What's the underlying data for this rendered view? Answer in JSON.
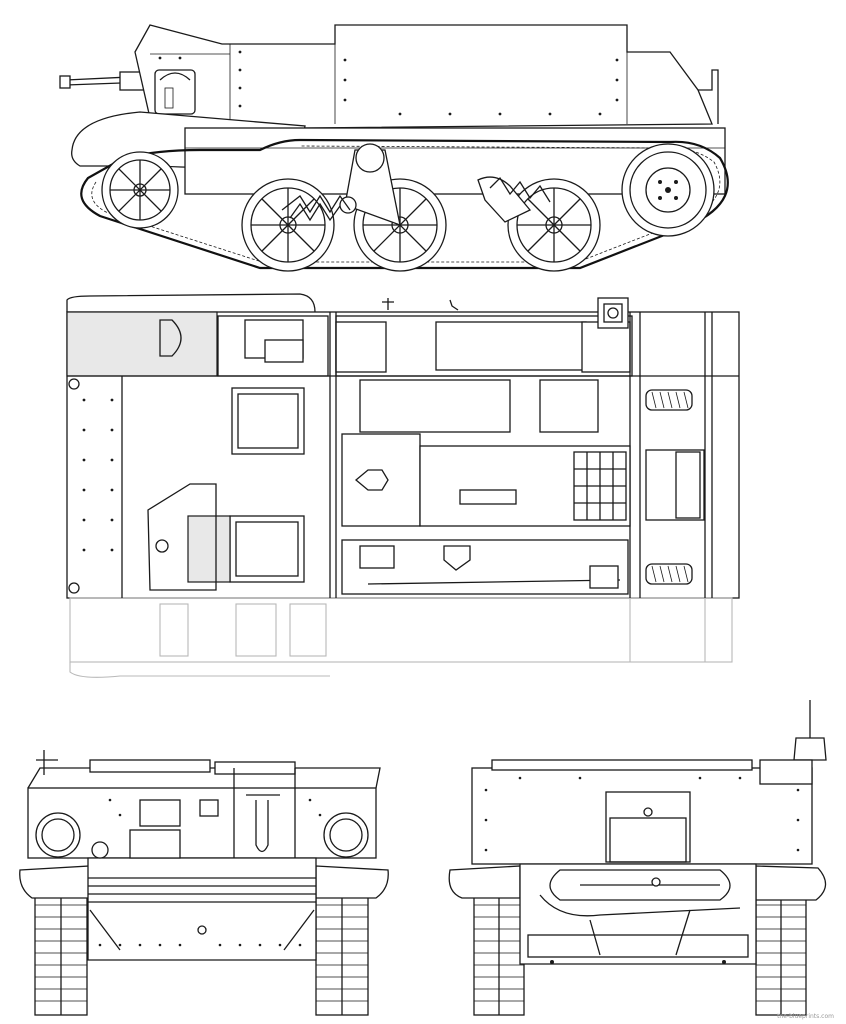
{
  "drawing": {
    "views": [
      {
        "id": "side"
      },
      {
        "id": "top"
      },
      {
        "id": "front"
      },
      {
        "id": "rear"
      }
    ]
  },
  "watermark": "the-blueprints.com"
}
